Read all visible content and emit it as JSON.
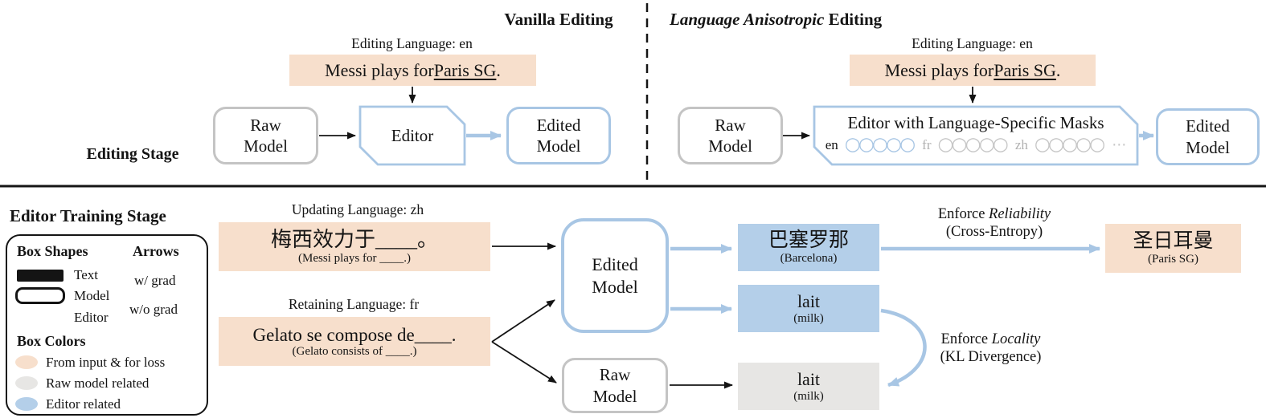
{
  "colors": {
    "peach": "#f7dfcc",
    "blue_fill": "#b4cfe9",
    "gray_fill": "#e7e6e4",
    "blue_line": "#a8c6e4",
    "gray_line": "#c4c4c4",
    "ink": "#141414",
    "mask_gray": "#c6c6c6",
    "mask_lang_gray": "#b0b0b0"
  },
  "top": {
    "vanilla_title": "Vanilla Editing",
    "aniso_title_italic": "Language Anisotropic",
    "aniso_title_rest": " Editing",
    "editing_stage_label": "Editing Stage",
    "left": {
      "lang_label": "Editing Language: en",
      "prompt_pre": "Messi plays for ",
      "prompt_link": "Paris SG",
      "prompt_end": ".",
      "raw_l1": "Raw",
      "raw_l2": "Model",
      "editor_label": "Editor",
      "edited_l1": "Edited",
      "edited_l2": "Model"
    },
    "right": {
      "lang_label": "Editing Language: en",
      "prompt_pre": "Messi plays for ",
      "prompt_link": "Paris SG",
      "prompt_end": ".",
      "raw_l1": "Raw",
      "raw_l2": "Model",
      "editor_label": "Editor with Language-Specific Masks",
      "masks": {
        "g0_lang": "en",
        "g1_lang": "fr",
        "g2_lang": "zh",
        "circles": "○○○○○",
        "ellipsis": "⋯"
      },
      "edited_l1": "Edited",
      "edited_l2": "Model"
    }
  },
  "bottom": {
    "training_stage_label": "Editor Training Stage",
    "legend": {
      "shapes_title": "Box Shapes",
      "arrows_title": "Arrows",
      "shape_text": "Text",
      "shape_model": "Model",
      "shape_editor": "Editor",
      "arrow_grad": "w/ grad",
      "arrow_nograd": "w/o grad",
      "colors_title": "Box Colors",
      "color_input": "From input & for loss",
      "color_raw": "Raw model related",
      "color_editor": "Editor related"
    },
    "updating": {
      "label": "Updating Language: zh",
      "text": "梅西效力于____。",
      "gloss": "(Messi plays for ____.)"
    },
    "retaining": {
      "label": "Retaining Language: fr",
      "text": "Gelato se compose de____.",
      "gloss": "(Gelato consists of ____.)"
    },
    "edited_l1": "Edited",
    "edited_l2": "Model",
    "raw_l1": "Raw",
    "raw_l2": "Model",
    "out_reliability": {
      "text": "巴塞罗那",
      "gloss": "(Barcelona)"
    },
    "out_locality_edited": {
      "text": "lait",
      "gloss": "(milk)"
    },
    "out_locality_raw": {
      "text": "lait",
      "gloss": "(milk)"
    },
    "target": {
      "text": "圣日耳曼",
      "gloss": "(Paris SG)"
    },
    "reliability_loss": {
      "pre": "Enforce ",
      "it": "Reliability",
      "line2": "(Cross-Entropy)"
    },
    "locality_loss": {
      "pre": "Enforce ",
      "it": "Locality",
      "line2": "(KL Divergence)"
    }
  }
}
